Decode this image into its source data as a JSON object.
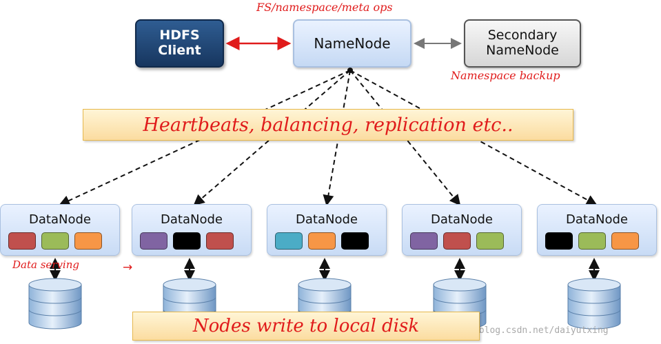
{
  "top_label": "FS/namespace/meta ops",
  "client": {
    "label_line1": "HDFS",
    "label_line2": "Client"
  },
  "namenode": {
    "label": "NameNode"
  },
  "secondary": {
    "label_line1": "Secondary",
    "label_line2": "NameNode"
  },
  "namespace_backup": "Namespace backup",
  "heartbeat_banner": "Heartbeats, balancing, replication etc..",
  "disk_banner": "Nodes write to local disk",
  "data_serving": "Data serving",
  "watermark": "http://blog.csdn.net/daiyutxing",
  "colors": {
    "red": "#c0504d",
    "green": "#9bbb59",
    "orange": "#f79646",
    "purple": "#8064a2",
    "black": "#000000",
    "teal": "#4bacc6",
    "annotation": "#e01b1b"
  },
  "datanodes": [
    {
      "label": "DataNode",
      "blocks": [
        "red",
        "green",
        "orange"
      ]
    },
    {
      "label": "DataNode",
      "blocks": [
        "purple",
        "black",
        "red"
      ]
    },
    {
      "label": "DataNode",
      "blocks": [
        "teal",
        "orange",
        "black"
      ]
    },
    {
      "label": "DataNode",
      "blocks": [
        "purple",
        "red",
        "green"
      ]
    },
    {
      "label": "DataNode",
      "blocks": [
        "black",
        "green",
        "orange"
      ]
    }
  ]
}
